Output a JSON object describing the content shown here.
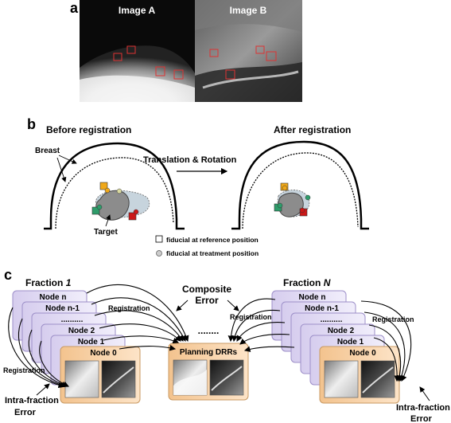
{
  "panel_a": {
    "letter": "a",
    "image_a_label": "Image A",
    "image_b_label": "Image B"
  },
  "panel_b": {
    "letter": "b",
    "before_label": "Before registration",
    "after_label": "After registration",
    "breast_label": "Breast",
    "transform_label": "Translation & Rotation",
    "target_label": "Target",
    "legend_reference": "fiducial at reference position",
    "legend_treatment": "fiducial at treatment position",
    "colors": {
      "orange": "#f0a818",
      "green": "#2e9c6a",
      "red": "#cc1818",
      "target_gray": "#8c8c8c",
      "target_light": "#c7d4dd"
    }
  },
  "panel_c": {
    "letter": "c",
    "fraction_1_label": "Fraction",
    "fraction_1_num": "1",
    "fraction_n_label": "Fraction",
    "fraction_n_num": "N",
    "nodes": [
      "Node n",
      "Node n-1",
      "..........",
      "Node 2",
      "Node 1",
      "Node 0"
    ],
    "composite_error": [
      "Composite",
      "Error"
    ],
    "dots": "........",
    "registration": "Registration",
    "planning_drrs": "Planning DRRs",
    "intra_fraction_left": [
      "Intra-fraction",
      "Error"
    ],
    "intra_fraction_right": [
      "Intra-fraction",
      "Error"
    ],
    "colors": {
      "node_fill": "#e2dcf3",
      "node_border": "#9d8fc8",
      "node0_fill": "#f9d9b4",
      "node0_border": "#c99a63"
    }
  }
}
